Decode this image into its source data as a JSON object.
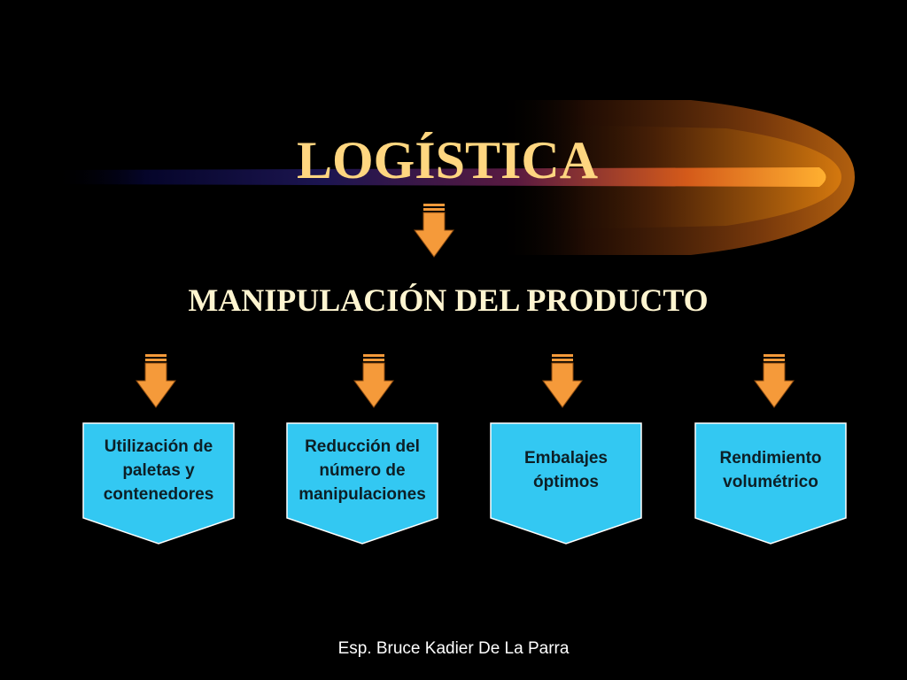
{
  "title": "LOGÍSTICA",
  "subtitle": "MANIPULACIÓN DEL PRODUCTO",
  "cards": [
    {
      "label": "Utilización de\npaletas y\ncontenedores"
    },
    {
      "label": "Reducción del\nnúmero de\nmanipulaciones"
    },
    {
      "label": "Embalajes\nóptimos"
    },
    {
      "label": "Rendimiento\nvolumétrico"
    }
  ],
  "footer": "Esp. Bruce Kadier De La Parra",
  "colors": {
    "background": "#000000",
    "title": "#FFD680",
    "subtitle": "#FFF5D0",
    "arrow_fill": "#F59A3A",
    "card_fill": "#33C8F2",
    "card_text": "#0D1F26"
  },
  "icons": {
    "flow_arrow": "down-arrow-icon"
  }
}
